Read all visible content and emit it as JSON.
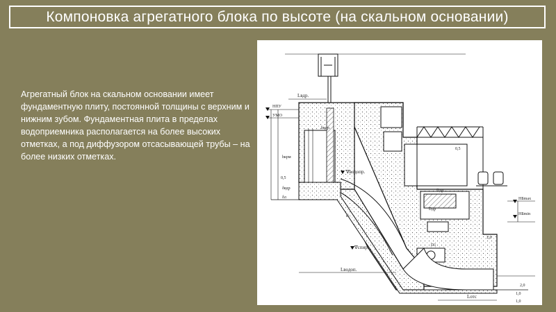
{
  "slide": {
    "title": "Компоновка агрегатного блока по высоте (на скальном основании)",
    "body": "Агрегатный блок на скальном основании имеет фундаментную плиту, постоянной толщины с верхним и нижним зубом. Фундаментная плита в пределах водоприемника располагается на более высоких отметках, а под диффузором отсасывающей трубы – на более низких отметках."
  },
  "drawing": {
    "labels": {
      "l_vdp": "Lвдр.",
      "npu": "НПУ",
      "umo": "УМО",
      "h_vdp": "hвдр.",
      "h_kpm": "hкрм",
      "d_05_left": "0,5",
      "delta_vdp": "δвдр",
      "delta_l": "δл",
      "vodopr": "∇водопр.",
      "alpha": "α",
      "spir": "∇спир.",
      "l_vodopr": "Lводоп.",
      "d_05_right": "0,5",
      "d_dp1": "Dдр",
      "d_dp2": "Dдр",
      "d_1": "D1",
      "ng_max": "НБmax",
      "ng_min": "НБmin",
      "d_20_mid": "2,0",
      "l_otc": "Lотс",
      "d_10": "1,0",
      "d_20_bot": "2,0",
      "d_10_bot": "1,0"
    }
  }
}
